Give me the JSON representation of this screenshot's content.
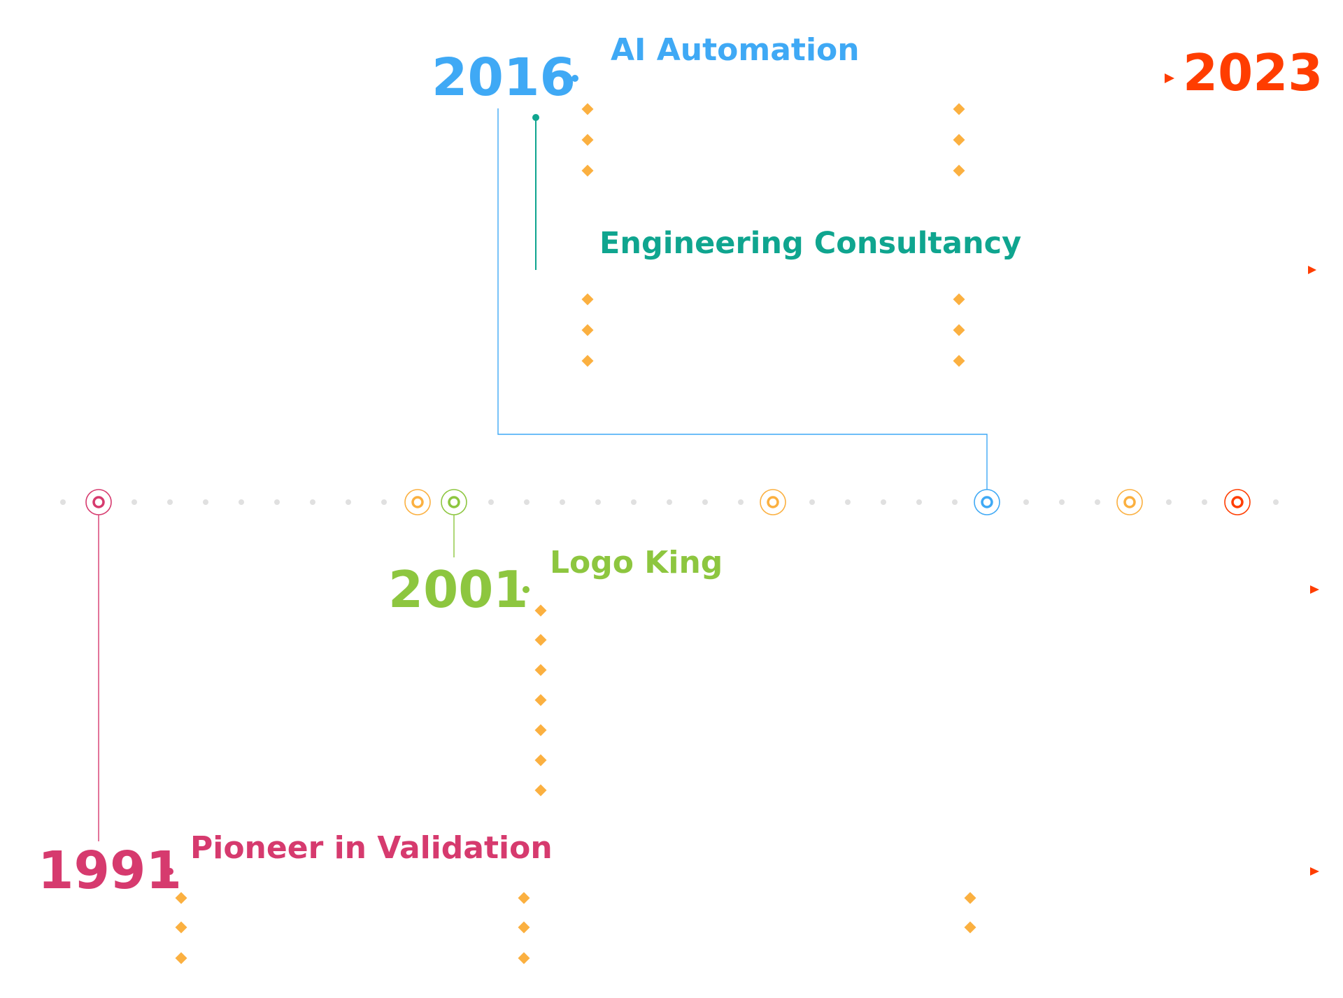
{
  "colors": {
    "accent_end": "#FF3D00",
    "bullet": "#FBB040",
    "track_dot": "#E0E0E0",
    "y1991": "#D63A6E",
    "y2001": "#8DC63F",
    "y2016": "#3FA9F5",
    "engineering": "#0FA58F",
    "y2023": "#FF3D00"
  },
  "milestones": {
    "y1991": {
      "year": "1991",
      "title": "Pioneer in Validation"
    },
    "y2001": {
      "year": "2001",
      "title": "Logo King"
    },
    "y2016": {
      "year": "2016",
      "title": "AI Automation"
    },
    "engineering": {
      "title": "Engineering Consultancy"
    },
    "y2023": {
      "year": "2023"
    }
  }
}
